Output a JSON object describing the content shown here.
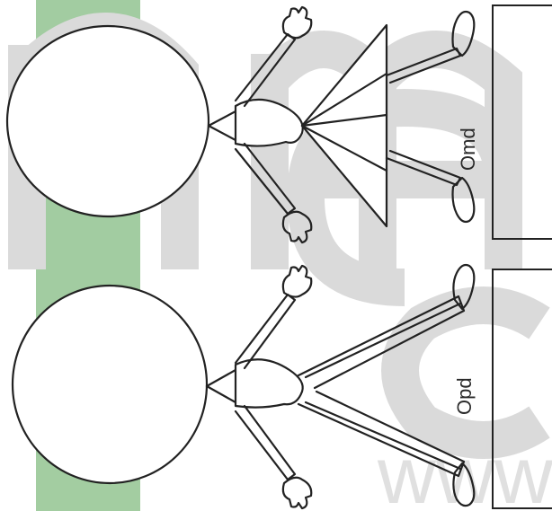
{
  "figures": [
    {
      "label": "Omd"
    },
    {
      "label": "Opd"
    }
  ],
  "watermark": {
    "text": "www"
  },
  "colors": {
    "stripe": "#8cc08a",
    "ink": "#222222",
    "watermark": "#cfcfcf"
  }
}
